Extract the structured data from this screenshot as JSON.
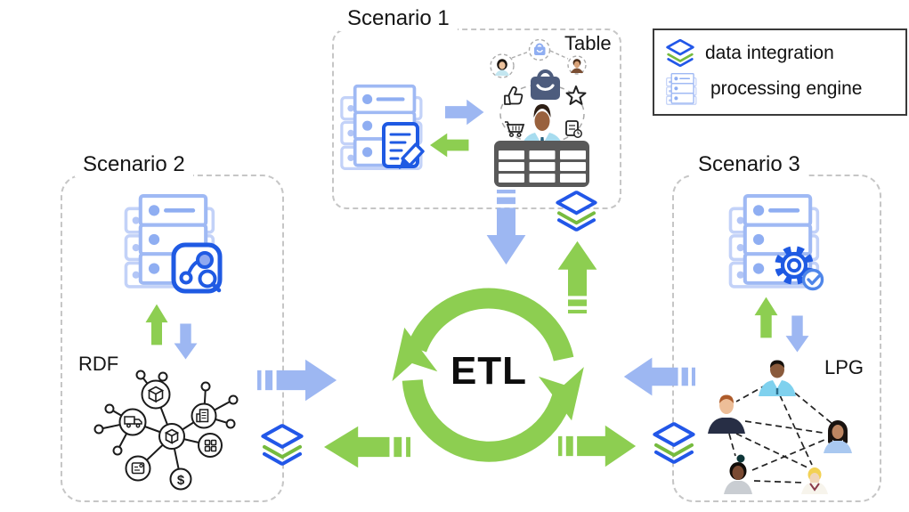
{
  "scenarios": [
    {
      "label": "Scenario 1",
      "data_model": "Table"
    },
    {
      "label": "Scenario 2",
      "data_model": "RDF"
    },
    {
      "label": "Scenario 3",
      "data_model": "LPG"
    }
  ],
  "center": {
    "label": "ETL"
  },
  "legend": {
    "items": [
      {
        "icon": "data-integration-icon",
        "label": "data integration"
      },
      {
        "icon": "processing-engine-icon",
        "label": "processing engine"
      }
    ]
  },
  "rdf_graph": {
    "dollar_label": "$"
  },
  "colors": {
    "arrow_blue": "#9DB7F2",
    "arrow_green": "#8DCE51",
    "icon_blue": "#1F5AE3",
    "check_blue": "#4F86E9",
    "server_light_blue": "#9FB9F4",
    "layers_blue": "#2257E8",
    "layers_green": "#76BB3F",
    "table_dark_gray": "#595959",
    "dashed_border_gray": "#C6C6C6"
  }
}
